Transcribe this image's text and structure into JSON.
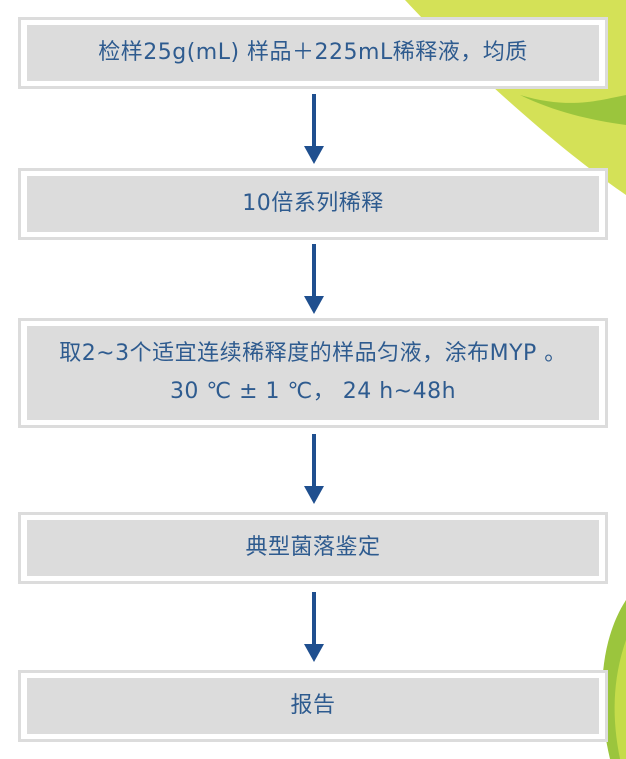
{
  "colors": {
    "box_outline": "#dcdcdc",
    "box_fill": "#dcdcdc",
    "text": "#2e5b8f",
    "arrow": "#1f4f8f",
    "leaf_green": "#d4e157",
    "leaf_dark": "#9bc53d"
  },
  "steps": [
    {
      "lines": [
        "检样25g(mL) 样品＋225mL稀释液，均质"
      ]
    },
    {
      "lines": [
        "10倍系列稀释"
      ]
    },
    {
      "lines": [
        "取2~3个适宜连续稀释度的样品匀液，涂布MYP 。",
        "30 ℃ ± 1 ℃， 24 h~48h"
      ]
    },
    {
      "lines": [
        "典型菌落鉴定"
      ]
    },
    {
      "lines": [
        "报告"
      ]
    }
  ]
}
